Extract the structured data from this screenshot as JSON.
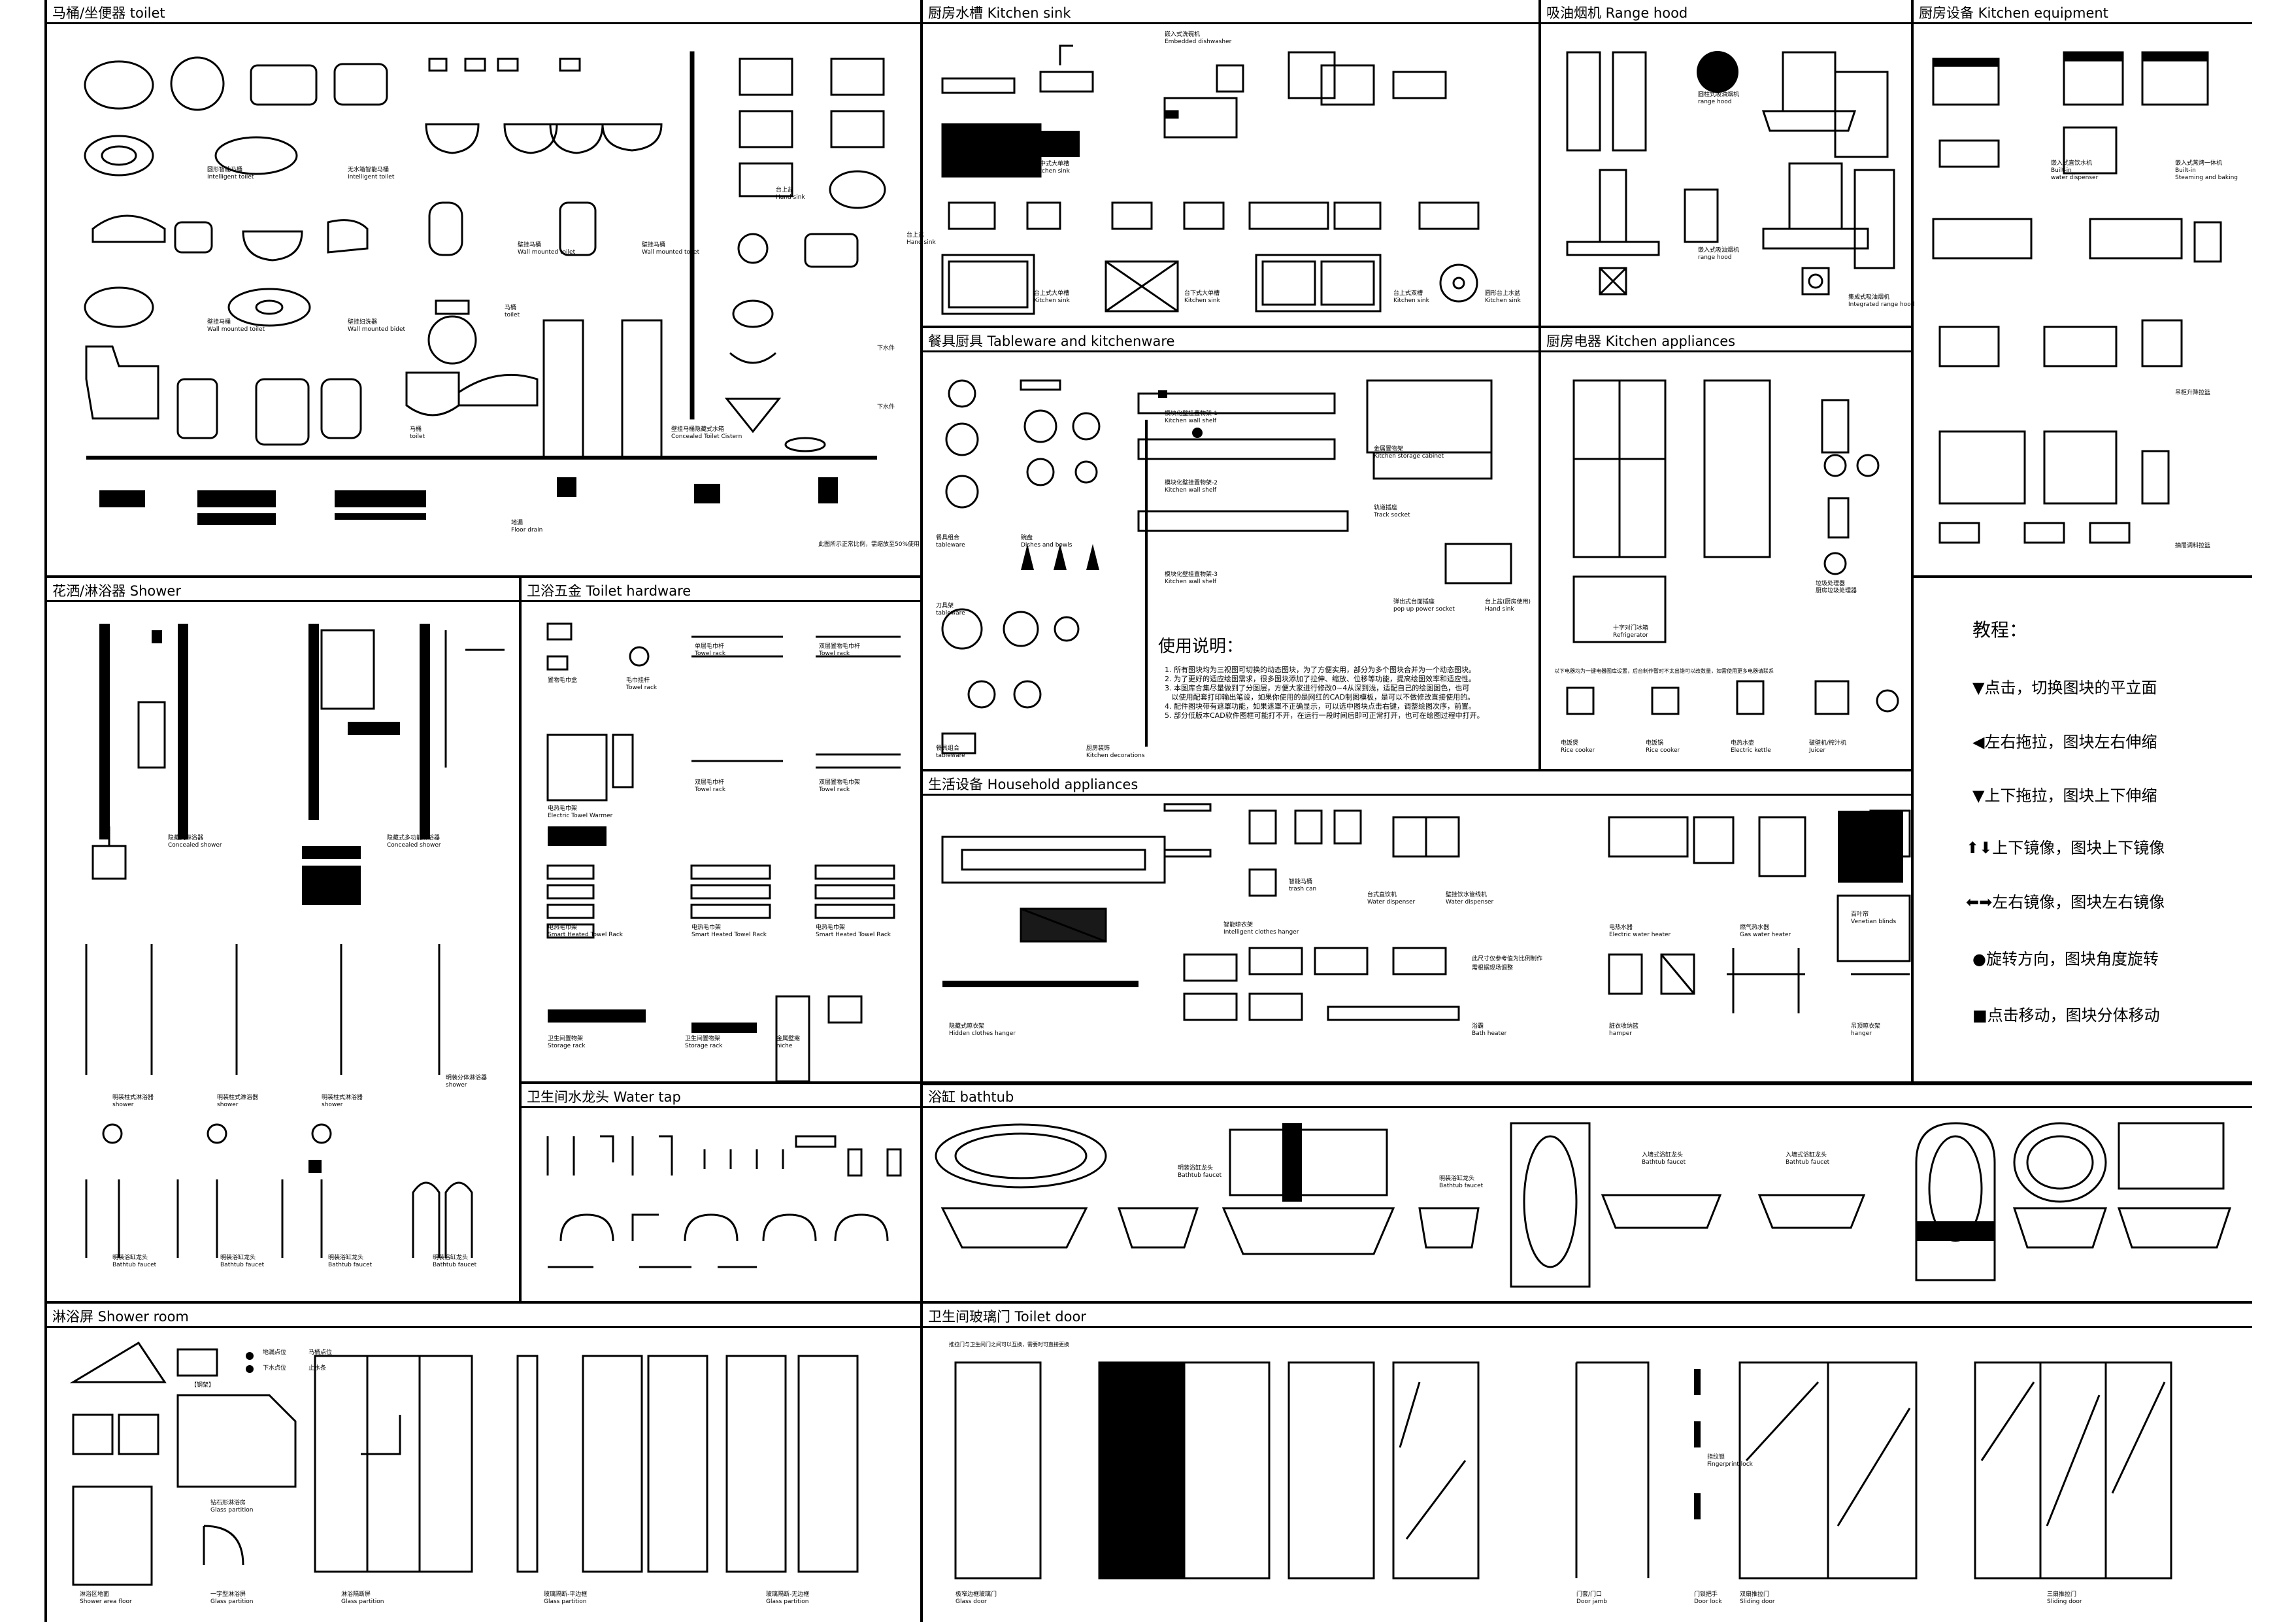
{
  "panels": {
    "toilet": "马桶/坐便器 toilet",
    "kitchen_sink": "厨房水槽 Kitchen sink",
    "range_hood": "吸油烟机 Range hood",
    "kitchen_equipment": "厨房设备 Kitchen equipment",
    "tableware": "餐具厨具 Tableware and kitchenware",
    "kitchen_appliances": "厨房电器 Kitchen appliances",
    "shower": "花洒/淋浴器 Shower",
    "toilet_hardware": "卫浴五金 Toilet hardware",
    "household": "生活设备 Household appliances",
    "water_tap": "卫生间水龙头 Water tap",
    "bathtub": "浴缸 bathtub",
    "shower_room": "淋浴屏 Shower room",
    "toilet_door": "卫生间玻璃门 Toilet door"
  },
  "captions": {
    "smart_toilet_1": "圆形智能马桶\nIntelligent toilet",
    "smart_toilet_2": "无水箱智能马桶\nIntelligent toilet",
    "wall_toilet_1": "壁挂马桶\nWall mounted toilet",
    "wall_toilet_2": "壁挂马桶\nWall mounted toilet",
    "wall_toilet_3": "壁挂马桶\nWall mounted toilet",
    "wall_toilet_4": "壁挂马桶\nWall mounted toilet",
    "wall_bidet": "壁挂妇洗器\nWall mounted bidet",
    "toilet_small": "马桶\ntoilet",
    "toilet_small_2": "马桶\ntoilet",
    "cistern": "壁挂马桶隐藏式水箱\nConcealed Toilet Cistern",
    "floor_drain": "地漏\nFloor drain",
    "hand_sink_1": "台上盆\nHand sink",
    "hand_sink_2": "台上盆\nHand sink",
    "drain_1": "下水件",
    "drain_2": "下水件",
    "toilet_note": "此图所示正常比例，需缩放至50%使用",
    "ks_1": "嵌入式洗碗机\nEmbedded dishwasher",
    "ks_2": "台中式大单槽\nKitchen sink",
    "ks_3": "台上式大单槽\nKitchen sink",
    "ks_4": "台下式大单槽\nKitchen sink",
    "ks_5": "台上式双槽\nKitchen sink",
    "ks_6": "圆形台上水盆\nKitchen sink",
    "rh_1": "圆柱式吸油烟机\nrange hood",
    "rh_2": "嵌入式吸油烟机\nrange hood",
    "rh_3": "集成式吸油烟机\nIntegrated range hood",
    "ke_1": "嵌入式直饮水机\nBuilt-in\nwater dispenser",
    "ke_2": "嵌入式蒸烤一体机\nBuilt-in\nSteaming and baking",
    "ke_3": "吊柜升降拉篮",
    "ke_4": "抽屉调料拉篮",
    "tw_1": "模块化壁挂置物架-1\nKitchen wall shelf",
    "tw_2": "模块化壁挂置物架-2\nKitchen wall shelf",
    "tw_3": "模块化壁挂置物架-3\nKitchen wall shelf",
    "tw_4": "金属置物架\nKitchen storage cabinet",
    "tw_5": "轨道插座\nTrack socket",
    "tw_6": "餐具组合\ntableware",
    "tw_7": "碗盘\nDishes and bowls",
    "tw_8": "刀具架\ntableware",
    "tw_9": "餐具组合\ntableware",
    "tw_10": "厨房装饰\nKitchen decorations",
    "tw_11": "弹出式台面插座\npop up power socket",
    "tw_12": "台上盆(厨房使用)\nHand sink",
    "usage_title": "使用说明：",
    "usage_text": "1. 所有图块均为三视图可切换的动态图块，为了方便实用，部分为多个图块合并为一个动态图块。\n2. 为了更好的适应绘图需求，很多图块添加了拉伸、缩放、位移等功能，提高绘图效率和适应性。\n3. 本图库合集尽量做到了分图层，方便大家进行修改0~4从深到浅，适配自己的绘图图色，也可\n   以使用配套打印输出笔设，如果你使用的是网红的CAD制图模板，是可以不做修改直接使用的。\n4. 配件图块带有遮罩功能，如果遮罩不正确显示，可以选中图块点击右键，调整绘图次序，前置。\n5. 部分低版本CAD软件图框可能打不开，在运行一段时间后即可正常打开，也可在绘图过程中打开。",
    "ka_1": "十字对门冰箱\nRefrigerator",
    "ka_2": "垃圾处理器\n厨房垃圾处理器",
    "ka_3": "电饭煲\nRice cooker",
    "ka_4": "电饭锅\nRice cooker",
    "ka_5": "电热水壶\nElectric kettle",
    "ka_6": "破壁机/榨汁机\nJuicer",
    "ka_note": "以下电器均为一键电器图库设置，后台制作暂时不太出错可以改数量，如需使用更多电器请联系",
    "sh_1": "隐藏式淋浴器\nConcealed shower",
    "sh_2": "隐藏式多功能淋浴器\nConcealed shower",
    "sh_3": "明装柱式淋浴器\nshower",
    "sh_4": "明装柱式淋浴器\nshower",
    "sh_5": "明装柱式淋浴器\nshower",
    "sh_6": "明装分体淋浴器\nshower",
    "sh_7": "明装浴缸龙头\nBathtub faucet",
    "sh_8": "明装浴缸龙头\nBathtub faucet",
    "sh_9": "明装浴缸龙头\nBathtub faucet",
    "sh_10": "明装浴缸龙头\nBathtub faucet",
    "th_1": "置物毛巾盒",
    "th_2": "毛巾挂杆\nTowel rack",
    "th_3": "单层毛巾杆\nTowel rack",
    "th_4": "双层置物毛巾杆\nTowel rack",
    "th_5": "电热毛巾架\nElectric Towel Warmer",
    "th_6": "双层毛巾杆\nTowel rack",
    "th_7": "双层置物毛巾架\nTowel rack",
    "th_8": "电热毛巾架\nSmart Heated Towel Rack",
    "th_9": "电热毛巾架\nSmart Heated Towel Rack",
    "th_10": "电热毛巾架\nSmart Heated Towel Rack",
    "th_11": "卫生间置物架\nStorage rack",
    "th_12": "卫生间置物架\nStorage rack",
    "th_13": "金属壁龛\nniche",
    "ha_1": "智能马桶\ntrash can",
    "ha_2": "台式直饮机\nWater dispenser",
    "ha_3": "壁挂饮水管线机\nWater dispenser",
    "ha_4": "智能晾衣架\nIntelligent clothes hanger",
    "ha_5": "隐藏式晾衣架\nHidden clothes hanger",
    "ha_6": "浴霸\nBath heater",
    "ha_7": "电热水器\nElectric water heater",
    "ha_8": "燃气热水器\nGas water heater",
    "ha_9": "百叶帘\nVenetian blinds",
    "ha_10": "脏衣收纳篮\nhamper",
    "ha_11": "吊顶晾衣架\nhanger",
    "ha_note": "此尺寸仅参考值为比例制作\n需根据现场调整",
    "bt_1": "明装浴缸龙头\nBathtub faucet",
    "bt_2": "明装浴缸龙头\nBathtub faucet",
    "bt_3": "入墙式浴缸龙头\nBathtub faucet",
    "bt_4": "入墙式浴缸龙头\nBathtub faucet",
    "sr_legend_1": "地漏点位",
    "sr_legend_2": "马桶点位",
    "sr_legend_3": "下水点位",
    "sr_legend_4": "止水条",
    "sr_note": "【钢架】",
    "sr_1": "淋浴区地面\nShower area floor",
    "sr_2": "钻石形淋浴房\nGlass partition",
    "sr_3": "一字型淋浴屏\nGlass partition",
    "sr_4": "淋浴隔断屏\nGlass partition",
    "sr_5": "玻璃隔断-平边框\nGlass partition",
    "sr_6": "玻璃隔断-无边框\nGlass partition",
    "td_1": "极窄边框玻璃门\nGlass door",
    "td_2": "门套/门口\nDoor jamb",
    "td_3": "门锁把手\nDoor lock",
    "td_4": "指纹锁\nFingerprint lock",
    "td_5": "双扇推拉门\nSliding door",
    "td_6": "三扇推拉门\nSliding door",
    "td_note": "推拉门与卫生间门之间可以互换，需要时可直接更换"
  },
  "tutorial": {
    "title": "教程：",
    "items": [
      {
        "icon": "triangle-down-icon",
        "text": "点击，切换图块的平立面"
      },
      {
        "icon": "triangle-left-icon",
        "text": "左右拖拉，图块左右伸缩"
      },
      {
        "icon": "triangle-down-icon",
        "text": "上下拖拉，图块上下伸缩"
      },
      {
        "icon": "arrows-vertical-icon",
        "text": "上下镜像，图块上下镜像"
      },
      {
        "icon": "arrows-horizontal-icon",
        "text": "左右镜像，图块左右镜像"
      },
      {
        "icon": "circle-icon",
        "text": "旋转方向，图块角度旋转"
      },
      {
        "icon": "square-icon",
        "text": "点击移动，图块分体移动"
      }
    ]
  }
}
